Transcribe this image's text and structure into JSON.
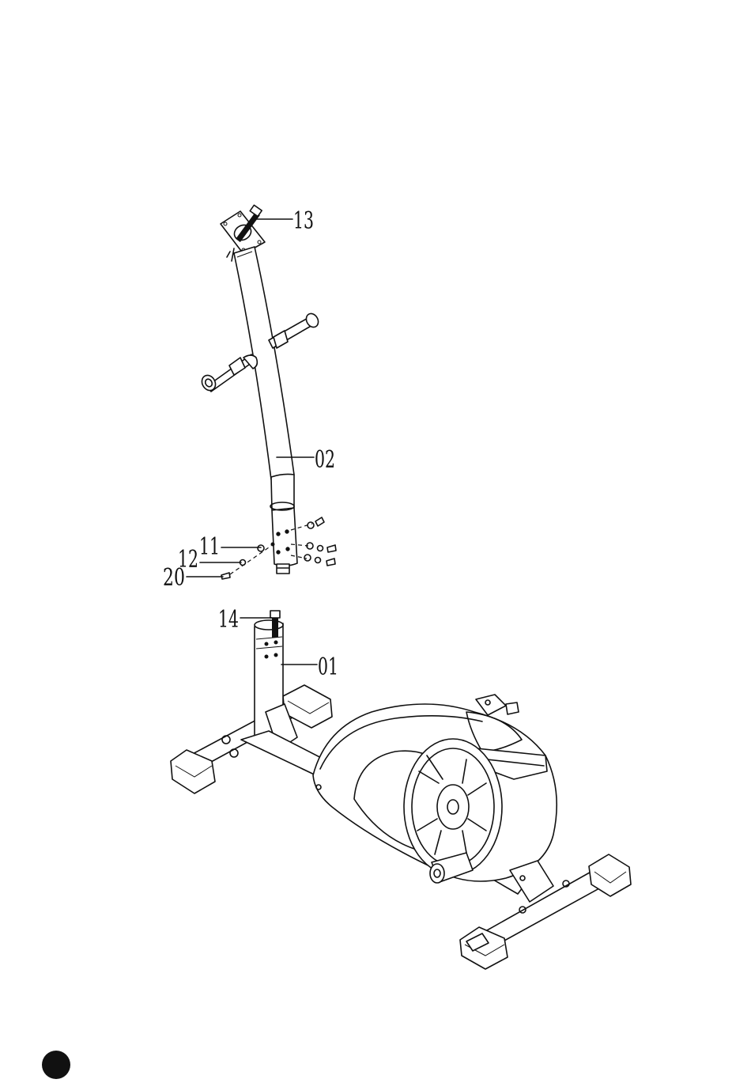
{
  "figure": {
    "callouts": [
      {
        "id": "13",
        "label": "13"
      },
      {
        "id": "02",
        "label": "02"
      },
      {
        "id": "11",
        "label": "11"
      },
      {
        "id": "12",
        "label": "12"
      },
      {
        "id": "20",
        "label": "20"
      },
      {
        "id": "14",
        "label": "14"
      },
      {
        "id": "01",
        "label": "01"
      }
    ],
    "parts": [
      "upper-handlebar-post",
      "pedal-arm-axle",
      "hex-bolt",
      "curved-washer",
      "spring-washer",
      "allen-bolt",
      "carriage-bolt",
      "main-frame",
      "front-stabilizer",
      "rear-stabilizer",
      "flywheel-cover",
      "crank-disc"
    ]
  },
  "page_marker": {
    "color": "#111111"
  }
}
